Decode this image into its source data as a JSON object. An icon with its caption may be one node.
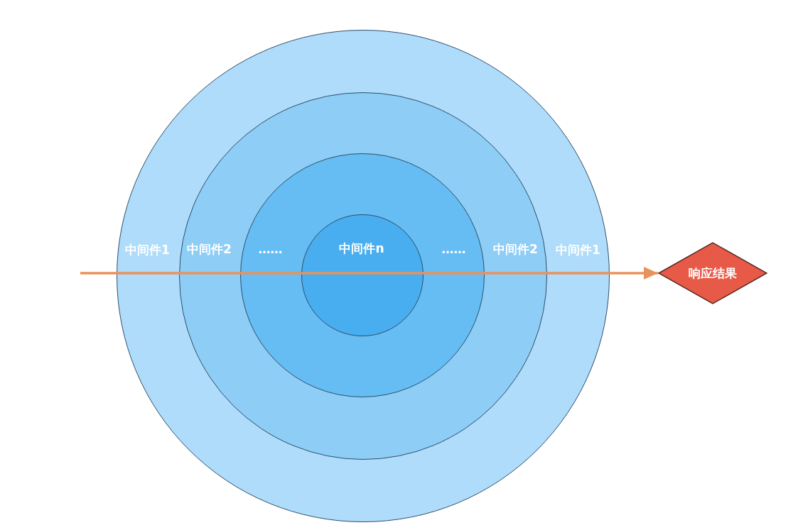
{
  "diagram": {
    "nodes": [
      {
        "text": [
          "中间件1",
          "中间件1"
        ]
      },
      {
        "text": [
          "中间件2",
          "中间件2"
        ],
        "in": 0
      },
      {
        "text": [
          "……",
          "……"
        ],
        "in": 1
      },
      {
        "text": [
          "中间件n"
        ],
        "in": 2
      },
      {
        "text": [
          "响应结果"
        ]
      }
    ],
    "edges": [
      {
        "from": null,
        "to": 4,
        "arrow": "to"
      }
    ]
  }
}
